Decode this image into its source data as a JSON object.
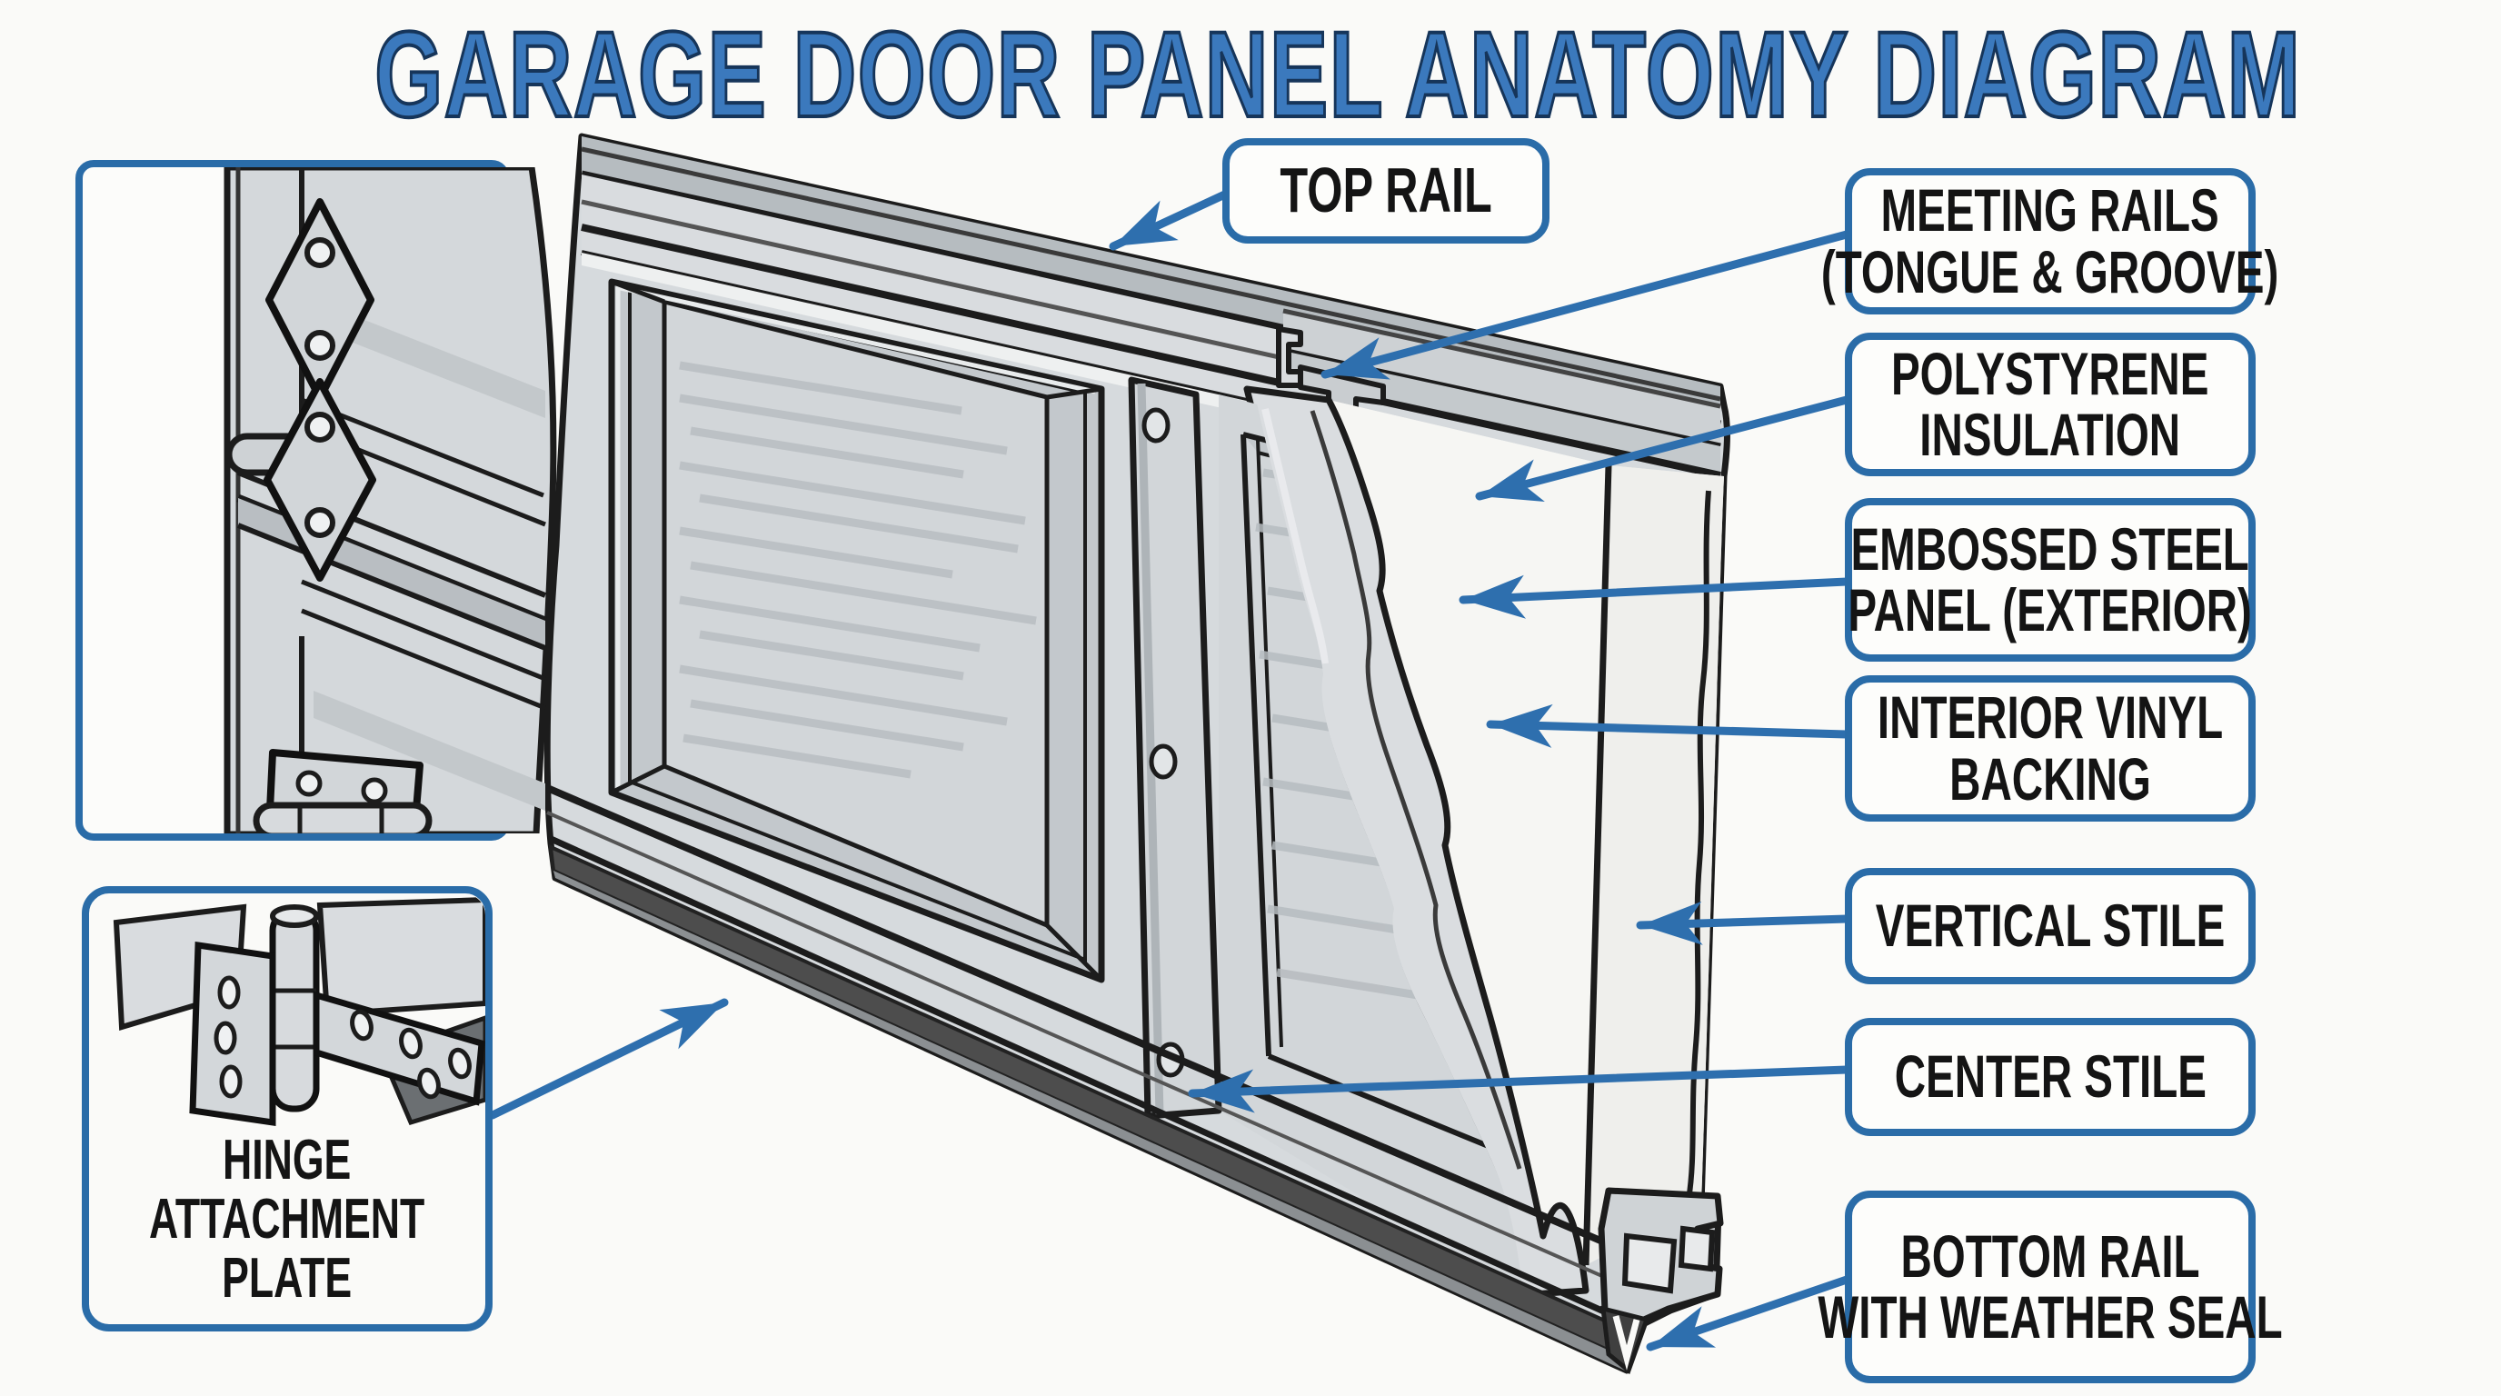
{
  "title": "GARAGE DOOR PANEL ANATOMY DIAGRAM",
  "colors": {
    "accent_blue": "#2e6fae",
    "box_border_blue": "#2a6ca8",
    "title_blue": "#3b79bd",
    "title_outline": "#16355a",
    "line_black": "#1c1c1c",
    "door_gray": "#d6dadd",
    "insulation_white": "#f6f6f3",
    "weather_seal_dark": "#4d4d4d"
  },
  "callouts": {
    "top_rail": {
      "label": "TOP RAIL"
    },
    "right_labels": [
      {
        "line1": "MEETING RAILS",
        "line2": "(TONGUE & GROOVE)"
      },
      {
        "line1": "POLYSTYRENE",
        "line2": "INSULATION"
      },
      {
        "line1": "EMBOSSED STEEL",
        "line2": "PANEL (EXTERIOR)"
      },
      {
        "line1": "INTERIOR VINYL",
        "line2": "BACKING"
      },
      {
        "line1": "VERTICAL STILE"
      },
      {
        "line1": "CENTER STILE"
      },
      {
        "line1": "BOTTOM RAIL",
        "line2": "WITH WEATHER SEAL"
      }
    ],
    "hinge_plate": {
      "line1": "HINGE",
      "line2": "ATTACHMENT",
      "line3": "PLATE"
    }
  }
}
